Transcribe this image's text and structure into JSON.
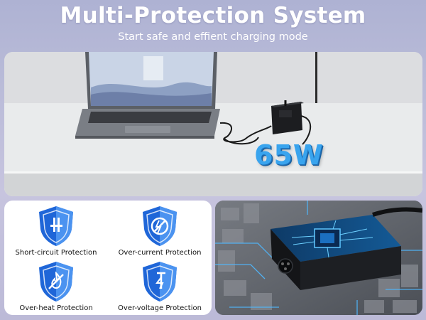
{
  "header": {
    "title": "Multi-Protection System",
    "subtitle": "Start safe and effient charging mode"
  },
  "scene": {
    "badge": "65W"
  },
  "features": [
    {
      "label": "Short-circuit Protection",
      "icon": "short-circuit-shield-icon"
    },
    {
      "label": "Over-current Protection",
      "icon": "over-current-shield-icon"
    },
    {
      "label": "Over-heat Protection",
      "icon": "over-heat-shield-icon"
    },
    {
      "label": "Over-voltage Protection",
      "icon": "over-voltage-shield-icon"
    }
  ],
  "colors": {
    "accent_blue": "#2d7fe8",
    "badge_blue": "#39a4ee",
    "background": "#b9bbd8"
  }
}
